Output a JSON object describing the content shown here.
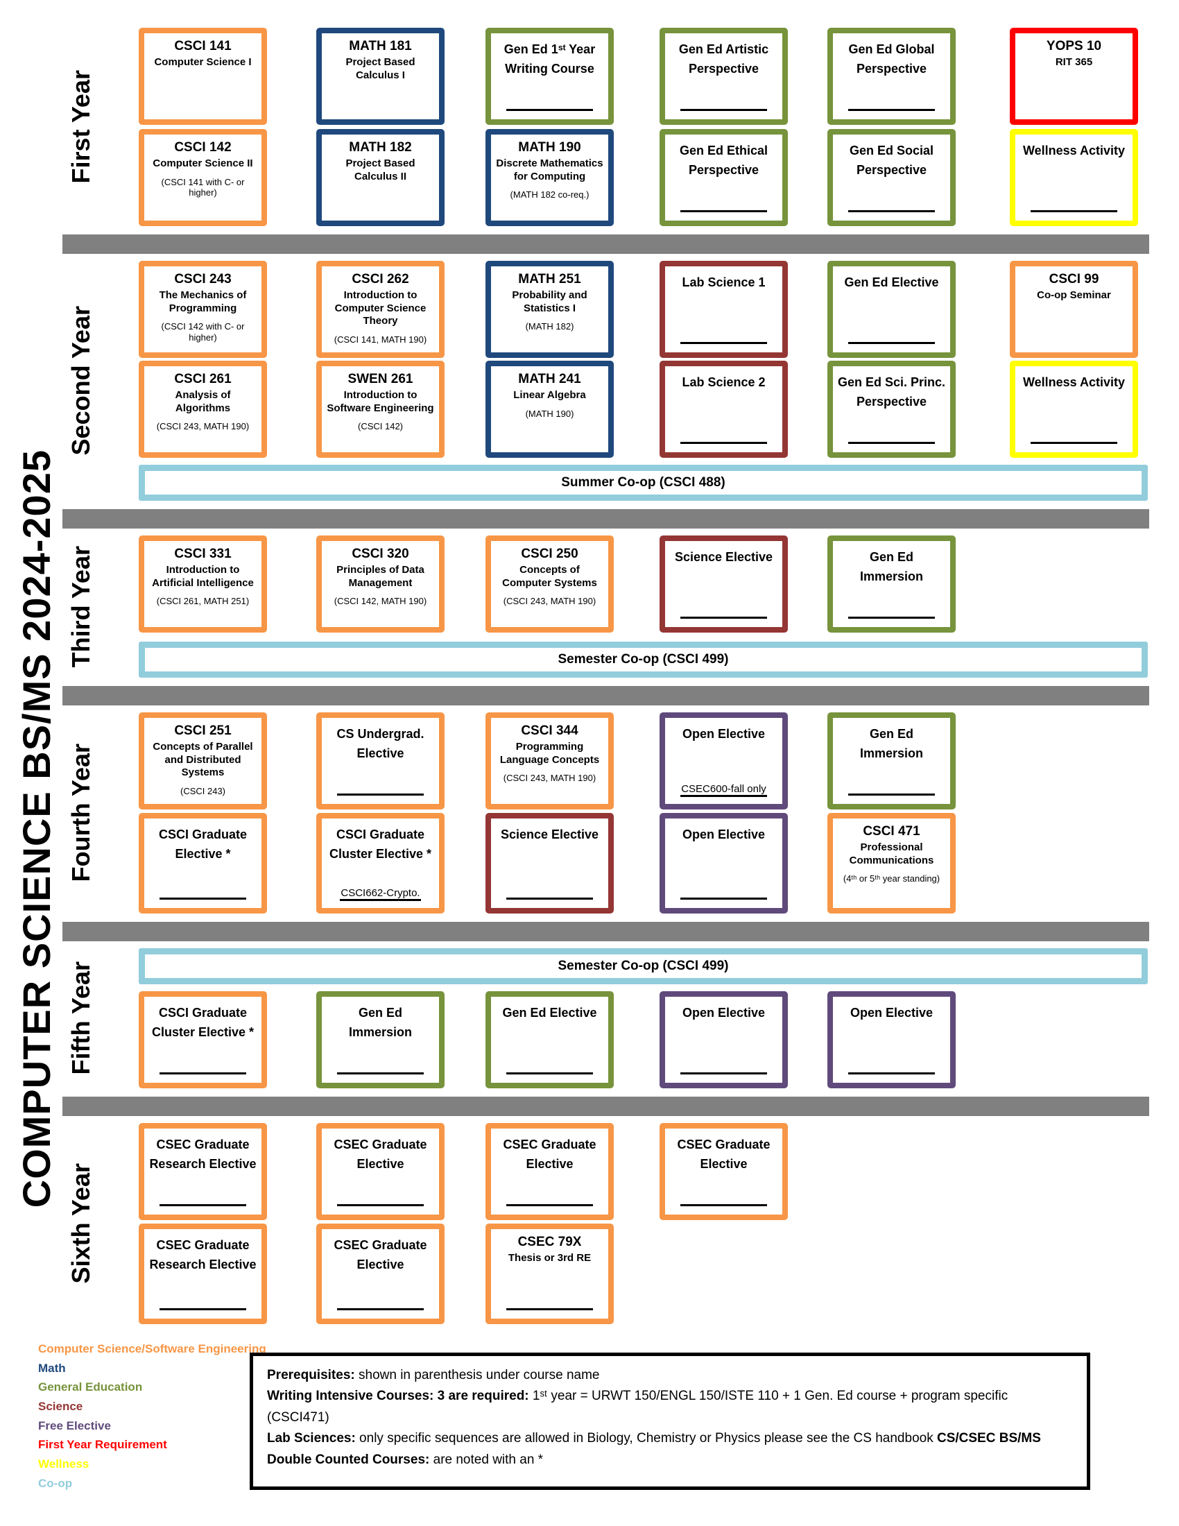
{
  "title": "COMPUTER SCIENCE BS/MS 2024-2025",
  "colors": {
    "cs": "#F79646",
    "math": "#1F497D",
    "gened": "#77933C",
    "science": "#943634",
    "free": "#604A7B",
    "first_year": "#FF0000",
    "wellness": "#FFFF00",
    "coop": "#92CDDC",
    "divider": "#808080"
  },
  "years": [
    {
      "label": "First Year",
      "bands": [
        {
          "kind": "row",
          "boxes": [
            {
              "col": 0,
              "type": "cs",
              "code": "CSCI 141",
              "name": "Computer Science I"
            },
            {
              "col": 1,
              "type": "math",
              "code": "MATH 181",
              "name": "Project Based Calculus I"
            },
            {
              "col": 2,
              "type": "gened",
              "name": "Gen Ed 1ˢᵗ Year Writing Course",
              "blank": true
            },
            {
              "col": 3,
              "type": "gened",
              "name": "Gen Ed Artistic Perspective",
              "blank": true
            },
            {
              "col": 4,
              "type": "gened",
              "name": "Gen Ed Global Perspective",
              "blank": true
            },
            {
              "col": 5,
              "type": "first_year",
              "code": "YOPS 10",
              "name": "RIT 365"
            }
          ]
        },
        {
          "kind": "row",
          "boxes": [
            {
              "col": 0,
              "type": "cs",
              "code": "CSCI 142",
              "name": "Computer Science II",
              "prereq": "(CSCI 141 with C- or higher)"
            },
            {
              "col": 1,
              "type": "math",
              "code": "MATH 182",
              "name": "Project Based Calculus II"
            },
            {
              "col": 2,
              "type": "math",
              "code": "MATH 190",
              "name": "Discrete Mathematics for Computing",
              "prereq": "(MATH 182 co-req.)"
            },
            {
              "col": 3,
              "type": "gened",
              "name": "Gen Ed Ethical Perspective",
              "blank": true
            },
            {
              "col": 4,
              "type": "gened",
              "name": "Gen Ed Social Perspective",
              "blank": true
            },
            {
              "col": 5,
              "type": "wellness",
              "name": "Wellness Activity",
              "blank": true
            }
          ]
        }
      ]
    },
    {
      "label": "Second Year",
      "bands": [
        {
          "kind": "row",
          "boxes": [
            {
              "col": 0,
              "type": "cs",
              "code": "CSCI 243",
              "name": "The Mechanics of Programming",
              "prereq": "(CSCI 142 with C- or higher)"
            },
            {
              "col": 1,
              "type": "cs",
              "code": "CSCI 262",
              "name": "Introduction to Computer Science Theory",
              "prereq": "(CSCI 141, MATH 190)"
            },
            {
              "col": 2,
              "type": "math",
              "code": "MATH 251",
              "name": "Probability and Statistics I",
              "prereq": "(MATH 182)"
            },
            {
              "col": 3,
              "type": "science",
              "name": "Lab Science 1",
              "blank": true
            },
            {
              "col": 4,
              "type": "gened",
              "name": "Gen Ed Elective",
              "blank": true
            },
            {
              "col": 5,
              "type": "cs",
              "code": "CSCI 99",
              "name": "Co-op Seminar"
            }
          ]
        },
        {
          "kind": "row",
          "boxes": [
            {
              "col": 0,
              "type": "cs",
              "code": "CSCI 261",
              "name": "Analysis of Algorithms",
              "prereq": "(CSCI 243, MATH 190)"
            },
            {
              "col": 1,
              "type": "cs",
              "code": "SWEN 261",
              "name": "Introduction to Software Engineering",
              "prereq": "(CSCI 142)"
            },
            {
              "col": 2,
              "type": "math",
              "code": "MATH 241",
              "name": "Linear Algebra",
              "prereq": "(MATH 190)"
            },
            {
              "col": 3,
              "type": "science",
              "name": "Lab Science 2",
              "blank": true
            },
            {
              "col": 4,
              "type": "gened",
              "name": "Gen Ed Sci. Princ. Perspective",
              "blank": true
            },
            {
              "col": 5,
              "type": "wellness",
              "name": "Wellness Activity",
              "blank": true
            }
          ]
        },
        {
          "kind": "coop",
          "label": "Summer Co-op (CSCI 488)"
        }
      ]
    },
    {
      "label": "Third Year",
      "bands": [
        {
          "kind": "row",
          "boxes": [
            {
              "col": 0,
              "type": "cs",
              "code": "CSCI 331",
              "name": "Introduction to Artificial Intelligence",
              "prereq": "(CSCI 261, MATH 251)"
            },
            {
              "col": 1,
              "type": "cs",
              "code": "CSCI 320",
              "name": "Principles of Data Management",
              "prereq": "(CSCI 142, MATH 190)"
            },
            {
              "col": 2,
              "type": "cs",
              "code": "CSCI 250",
              "name": "Concepts of Computer Systems",
              "prereq": "(CSCI 243, MATH 190)"
            },
            {
              "col": 3,
              "type": "science",
              "name": "Science Elective",
              "blank": true
            },
            {
              "col": 4,
              "type": "gened",
              "name": "Gen Ed Immersion",
              "blank": true
            }
          ]
        },
        {
          "kind": "coop",
          "label": "Semester Co-op (CSCI 499)"
        }
      ]
    },
    {
      "label": "Fourth Year",
      "bands": [
        {
          "kind": "row",
          "boxes": [
            {
              "col": 0,
              "type": "cs",
              "code": "CSCI 251",
              "name": "Concepts of Parallel and Distributed Systems",
              "prereq": "(CSCI 243)"
            },
            {
              "col": 1,
              "type": "cs",
              "name": "CS Undergrad. Elective",
              "blank": true
            },
            {
              "col": 2,
              "type": "cs",
              "code": "CSCI 344",
              "name": "Programming Language Concepts",
              "prereq": "(CSCI 243, MATH 190)"
            },
            {
              "col": 3,
              "type": "free",
              "name": "Open Elective",
              "fill": "CSEC600-fall only"
            },
            {
              "col": 4,
              "type": "gened",
              "name": "Gen Ed Immersion",
              "blank": true
            }
          ]
        },
        {
          "kind": "row",
          "boxes": [
            {
              "col": 0,
              "type": "cs",
              "name": "CSCI Graduate Elective *",
              "blank": true
            },
            {
              "col": 1,
              "type": "cs",
              "name": "CSCI Graduate Cluster Elective *",
              "fill": "CSCI662-Crypto."
            },
            {
              "col": 2,
              "type": "science",
              "name": "Science Elective",
              "blank": true
            },
            {
              "col": 3,
              "type": "free",
              "name": "Open Elective",
              "blank": true
            },
            {
              "col": 4,
              "type": "cs",
              "code": "CSCI 471",
              "name": "Professional Communications",
              "prereq": "(4ᵗʰ or 5ᵗʰ year standing)"
            }
          ]
        }
      ]
    },
    {
      "label": "Fifth Year",
      "bands": [
        {
          "kind": "coop",
          "label": "Semester Co-op (CSCI 499)"
        },
        {
          "kind": "row",
          "boxes": [
            {
              "col": 0,
              "type": "cs",
              "name": "CSCI Graduate Cluster Elective *",
              "blank": true
            },
            {
              "col": 1,
              "type": "gened",
              "name": "Gen Ed Immersion",
              "blank": true
            },
            {
              "col": 2,
              "type": "gened",
              "name": "Gen Ed Elective",
              "blank": true
            },
            {
              "col": 3,
              "type": "free",
              "name": "Open Elective",
              "blank": true
            },
            {
              "col": 4,
              "type": "free",
              "name": "Open Elective",
              "blank": true
            }
          ]
        }
      ]
    },
    {
      "label": "Sixth Year",
      "bands": [
        {
          "kind": "row",
          "boxes": [
            {
              "col": 0,
              "type": "cs",
              "name": "CSEC Graduate Research Elective",
              "blank": true
            },
            {
              "col": 1,
              "type": "cs",
              "name": "CSEC Graduate Elective",
              "blank": true
            },
            {
              "col": 2,
              "type": "cs",
              "name": "CSEC Graduate Elective",
              "blank": true
            },
            {
              "col": 3,
              "type": "cs",
              "name": "CSEC Graduate Elective",
              "blank": true
            }
          ]
        },
        {
          "kind": "row",
          "boxes": [
            {
              "col": 0,
              "type": "cs",
              "name": "CSEC Graduate Research Elective",
              "blank": true
            },
            {
              "col": 1,
              "type": "cs",
              "name": "CSEC Graduate Elective",
              "blank": true
            },
            {
              "col": 2,
              "type": "cs",
              "code": "CSEC 79X",
              "name": "Thesis or 3rd RE",
              "blank": true
            }
          ]
        }
      ]
    }
  ],
  "legend": {
    "items": [
      {
        "label": "Computer Science/Software Engineering",
        "color": "cs"
      },
      {
        "label": "Math",
        "color": "math"
      },
      {
        "label": "General Education",
        "color": "gened"
      },
      {
        "label": "Science",
        "color": "science"
      },
      {
        "label": "Free Elective",
        "color": "free"
      },
      {
        "label": "First Year Requirement",
        "color": "first_year"
      },
      {
        "label": "Wellness",
        "color": "wellness"
      },
      {
        "label": "Co-op",
        "color": "coop"
      }
    ]
  },
  "notes": {
    "lines": [
      [
        {
          "text": "Prerequisites:",
          "bold": true
        },
        {
          "text": " shown in parenthesis under course name",
          "bold": false
        }
      ],
      [
        {
          "text": "Writing Intensive Courses: 3 are required:",
          "bold": true
        },
        {
          "text": " 1ˢᵗ year = URWT 150/ENGL 150/ISTE 110 + 1 Gen. Ed course + program specific (CSCI471)",
          "bold": false
        }
      ],
      [
        {
          "text": "Lab Sciences:",
          "bold": true
        },
        {
          "text": " only specific sequences are allowed in Biology, Chemistry or Physics please see the CS handbook ",
          "bold": false
        },
        {
          "text": "CS/CSEC BS/MS Double Counted Courses:",
          "bold": true
        },
        {
          "text": " are noted with an *",
          "bold": false
        }
      ]
    ]
  }
}
